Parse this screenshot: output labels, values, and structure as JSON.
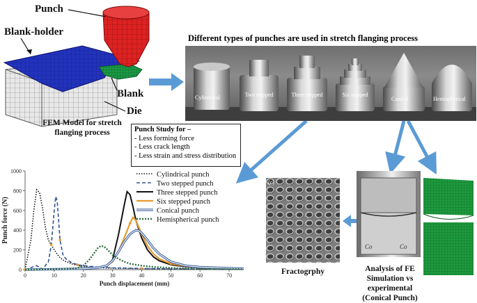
{
  "fem": {
    "label_punch": "Punch",
    "label_blank_holder": "Blank-holder",
    "label_blank": "Blank",
    "label_die": "Die",
    "caption": "FEM Model for stretch flanging process"
  },
  "photo_panel": {
    "title": "Different types of punches are used in stretch flanging process",
    "punch_labels": [
      "Cylindrical",
      "Two stepped",
      "Three stepped",
      "Six stepped",
      "Conical",
      "Hemispherical"
    ]
  },
  "study_box": {
    "heading": "Punch Study for –",
    "items": [
      "Less forming force",
      "Less crack length",
      "Less strain and stress distribution"
    ]
  },
  "chart_data": {
    "type": "line",
    "xlabel": "Punch displacement (mm)",
    "ylabel": "Punch force (N)",
    "xlim": [
      0,
      75
    ],
    "ylim": [
      0,
      1000
    ],
    "xticks": [
      0,
      10,
      20,
      30,
      40,
      50,
      60,
      70
    ],
    "yticks": [
      0,
      200,
      400,
      600,
      800,
      1000
    ],
    "grid": false,
    "legend": "top-right",
    "series": [
      {
        "name": "Cylindrical punch",
        "color": "#111111",
        "style": "dotted",
        "x": [
          0,
          2,
          3,
          4,
          5,
          6,
          7,
          8,
          10,
          12,
          14,
          16,
          18,
          20,
          25,
          30,
          40,
          50,
          60,
          75
        ],
        "y": [
          0,
          300,
          600,
          810,
          780,
          620,
          420,
          300,
          200,
          120,
          80,
          60,
          40,
          30,
          20,
          15,
          10,
          8,
          6,
          5
        ]
      },
      {
        "name": "Two stepped punch",
        "color": "#2f5597",
        "style": "dashed",
        "x": [
          0,
          4,
          6,
          8,
          9,
          10,
          10.5,
          11,
          12,
          13,
          14,
          16,
          18,
          20,
          25,
          30,
          40,
          50,
          60,
          75
        ],
        "y": [
          0,
          40,
          5,
          80,
          250,
          600,
          740,
          700,
          300,
          150,
          110,
          70,
          50,
          40,
          25,
          18,
          12,
          8,
          6,
          5
        ]
      },
      {
        "name": "Three stepped punch",
        "color": "#111111",
        "style": "solid-thick",
        "x": [
          0,
          10,
          20,
          25,
          28,
          30,
          32,
          34,
          35,
          36,
          37,
          38,
          40,
          42,
          44,
          46,
          50,
          55,
          60,
          75
        ],
        "y": [
          0,
          5,
          10,
          20,
          40,
          100,
          350,
          650,
          790,
          760,
          640,
          500,
          320,
          200,
          130,
          90,
          50,
          30,
          20,
          10
        ]
      },
      {
        "name": "Six stepped punch",
        "color": "#e69b2e",
        "style": "solid-orange",
        "x": [
          0,
          10,
          20,
          25,
          28,
          30,
          32,
          34,
          36,
          37,
          38,
          39,
          40,
          42,
          44,
          46,
          50,
          55,
          60,
          75
        ],
        "y": [
          0,
          5,
          10,
          20,
          40,
          80,
          180,
          320,
          470,
          530,
          500,
          430,
          360,
          240,
          160,
          110,
          60,
          35,
          20,
          10
        ]
      },
      {
        "name": "Conical punch",
        "color": "#2f5597",
        "style": "double",
        "x": [
          0,
          10,
          20,
          25,
          28,
          30,
          32,
          34,
          36,
          38,
          39,
          40,
          42,
          44,
          46,
          48,
          50,
          55,
          60,
          75
        ],
        "y": [
          0,
          5,
          10,
          20,
          40,
          90,
          180,
          280,
          360,
          400,
          395,
          370,
          300,
          220,
          160,
          120,
          80,
          40,
          25,
          10
        ]
      },
      {
        "name": "Hemispherical punch",
        "color": "#2e6b40",
        "style": "dashdot",
        "x": [
          0,
          10,
          18,
          20,
          22,
          24,
          25,
          26,
          27,
          28,
          30,
          32,
          34,
          36,
          40,
          45,
          50,
          55,
          60,
          75
        ],
        "y": [
          0,
          5,
          15,
          40,
          100,
          180,
          220,
          240,
          235,
          210,
          150,
          110,
          80,
          60,
          40,
          25,
          18,
          12,
          8,
          5
        ]
      }
    ]
  },
  "fracto": {
    "panel_letter": "(c)",
    "caption": "Fractogrphy"
  },
  "fe_sim": {
    "labels": [
      "Co",
      "Co"
    ],
    "caption": "Analysis of FE Simulation vs experimental (Conical Punch)"
  },
  "colors": {
    "arrow": "#5b9bd5",
    "blank_holder": "#2233bb",
    "punch": "#dd2222",
    "blank_green": "#1a9944",
    "die": "#d9d9d9"
  }
}
